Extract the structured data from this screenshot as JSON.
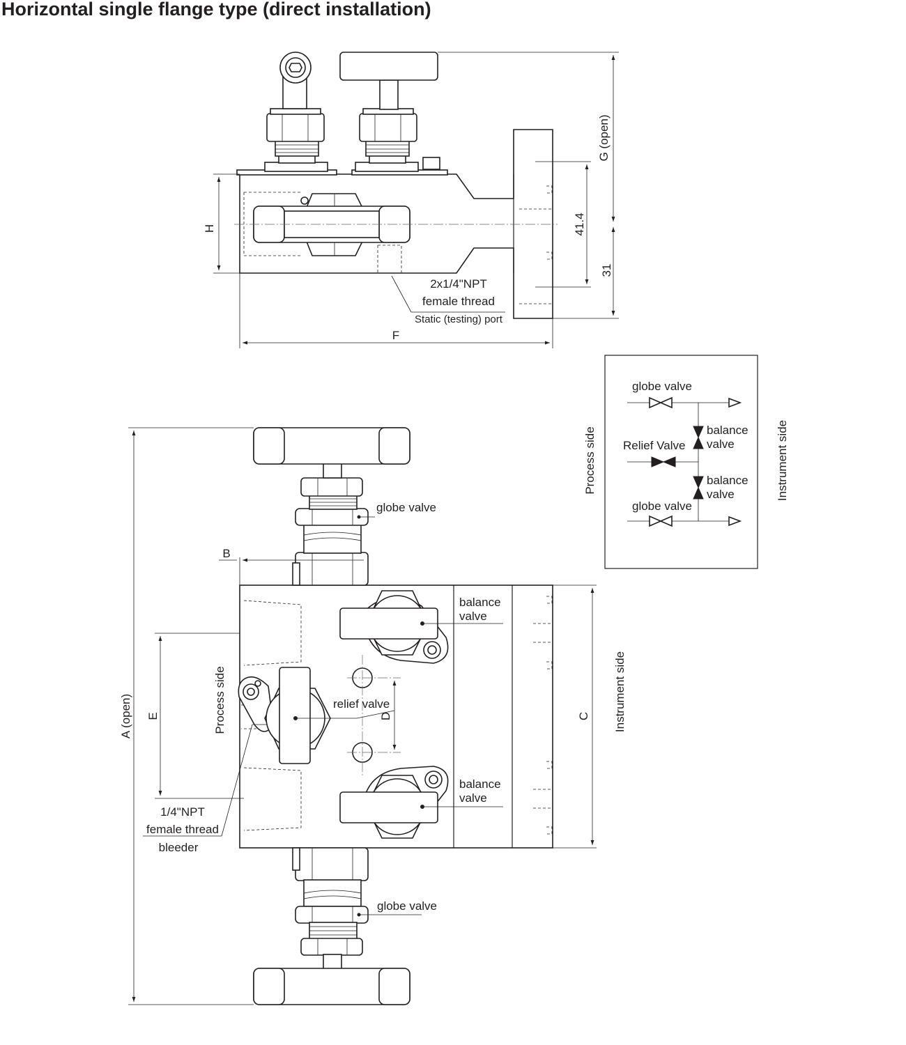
{
  "title": "Horizontal single flange type (direct installation)",
  "side_view": {
    "dims": {
      "G": "G (open)",
      "H": "H",
      "F": "F",
      "v1": "41.4",
      "v2": "31"
    },
    "port_label": {
      "line1": "2x1/4\"NPT",
      "line2": "female thread",
      "line3": "Static (testing) port"
    }
  },
  "top_view": {
    "dims": {
      "A": "A (open)",
      "B": "B",
      "C": "C",
      "D": "D",
      "E": "E"
    },
    "labels": {
      "globe_top": "globe valve",
      "globe_bottom": "globe valve",
      "balance_top": {
        "line1": "balance",
        "line2": "valve"
      },
      "balance_bottom": {
        "line1": "balance",
        "line2": "valve"
      },
      "relief": "relief valve",
      "process_side": "Process side",
      "instrument_side": "Instrument side",
      "bleeder": {
        "line1": "1/4\"NPT",
        "line2": "female thread",
        "line3": "bleeder"
      }
    }
  },
  "schematic": {
    "process_side": "Process side",
    "instrument_side": "Instrument side",
    "globe_top": "globe valve",
    "globe_bottom": "globe valve",
    "relief": "Relief Valve",
    "balance_top": {
      "line1": "balance",
      "line2": "valve"
    },
    "balance_bottom": {
      "line1": "balance",
      "line2": "valve"
    }
  }
}
